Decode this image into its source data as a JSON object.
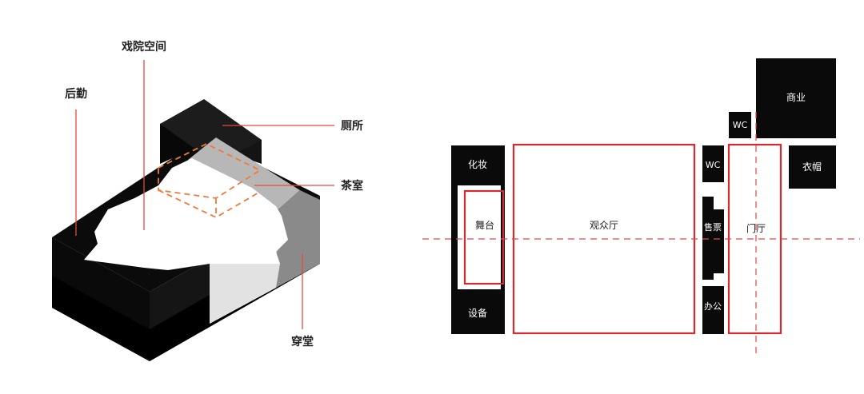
{
  "axonometric": {
    "labels": {
      "theater_space": "戏院空间",
      "backstage": "后勤",
      "toilet": "厕所",
      "tea_room": "茶室",
      "passage": "穿堂"
    },
    "colors": {
      "leader": "#e8473f",
      "dashed": "#f07a3a"
    }
  },
  "plan": {
    "labels": {
      "commerce": "商业",
      "wc_top": "WC",
      "makeup": "化妆",
      "wc_mid": "WC",
      "cloakroom": "衣帽",
      "stage": "舞台",
      "auditorium": "观众厅",
      "ticketing": "售票",
      "lobby": "门厅",
      "equipment": "设备",
      "office": "办公"
    },
    "colors": {
      "outline": "#d62a2f",
      "axis": "#e0474b",
      "room": "#0a0a0a",
      "room_text": "#ffffff"
    }
  }
}
